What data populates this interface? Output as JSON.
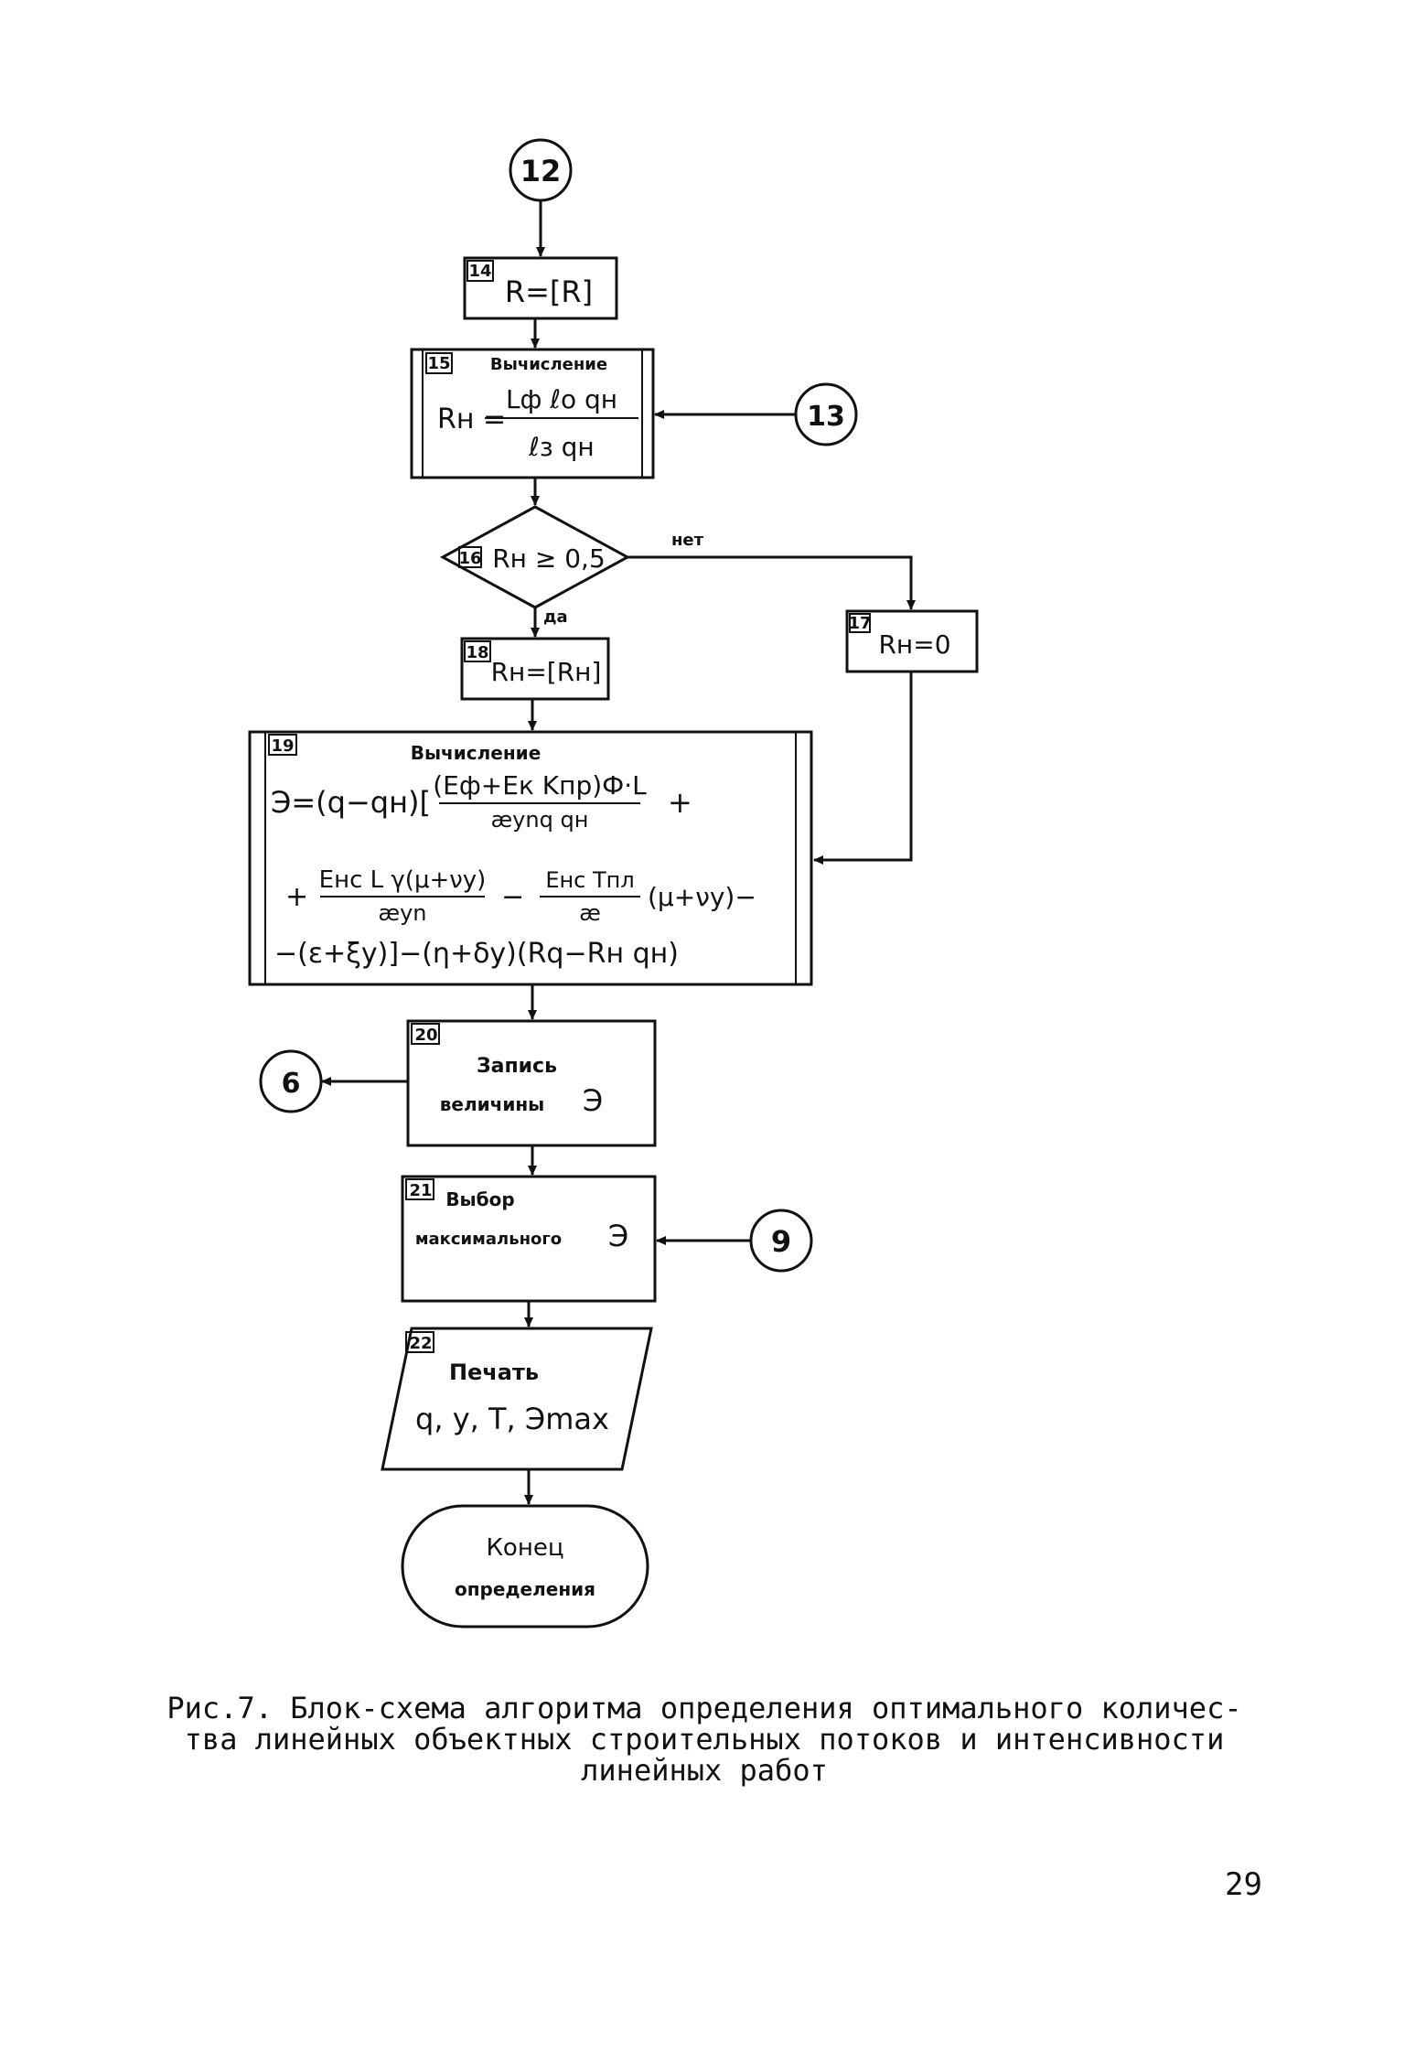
{
  "connectors": {
    "c12": "12",
    "c13": "13",
    "c6": "6",
    "c9": "9"
  },
  "blocks": {
    "b14": {
      "num": "14",
      "text": "R=[R]"
    },
    "b15": {
      "num": "15",
      "title": "Вычисление",
      "formula_lhs": "Rн =",
      "formula_num": "Lф ℓо qн",
      "formula_den": "ℓз qн"
    },
    "b16": {
      "num": "16",
      "condition": "Rн ≥ 0,5",
      "no_label": "нет",
      "yes_label": "да"
    },
    "b17": {
      "num": "17",
      "text": "Rн=0"
    },
    "b18": {
      "num": "18",
      "text": "Rн=[Rн]"
    },
    "b19": {
      "num": "19",
      "title": "Вычисление",
      "line1_lhs": "Э=(q−qн)[",
      "line1_num": "(Eф+Eк Kпр)Ф·L",
      "line1_den": "æуnq qн",
      "line1_tail": "+",
      "line2_plus": "+",
      "line2_num": "Eнс L γ(μ+νу)",
      "line2_den": "æуn",
      "line2_minus": "−",
      "line2_num2": "Eнс Tпл",
      "line2_den2": "æ",
      "line2_tail": "(μ+νу)−",
      "line3": "−(ε+ξу)]−(η+δу)(Rq−Rн qн)"
    },
    "b20": {
      "num": "20",
      "line1": "Запись",
      "line2": "величины",
      "symbol": "Э"
    },
    "b21": {
      "num": "21",
      "line1": "Выбор",
      "line2": "максимального",
      "symbol": "Э"
    },
    "b22": {
      "num": "22",
      "line1": "Печать",
      "line2": "q, у, T, Эmax"
    },
    "end": {
      "line1": "Конец",
      "line2": "определения"
    }
  },
  "caption": {
    "line1": "Рис.7. Блок-схема алгоритма определения оптимального количес-",
    "line2": "тва линейных объектных строительных потоков и интенсивности",
    "line3": "линейных работ"
  },
  "page_number": "29"
}
